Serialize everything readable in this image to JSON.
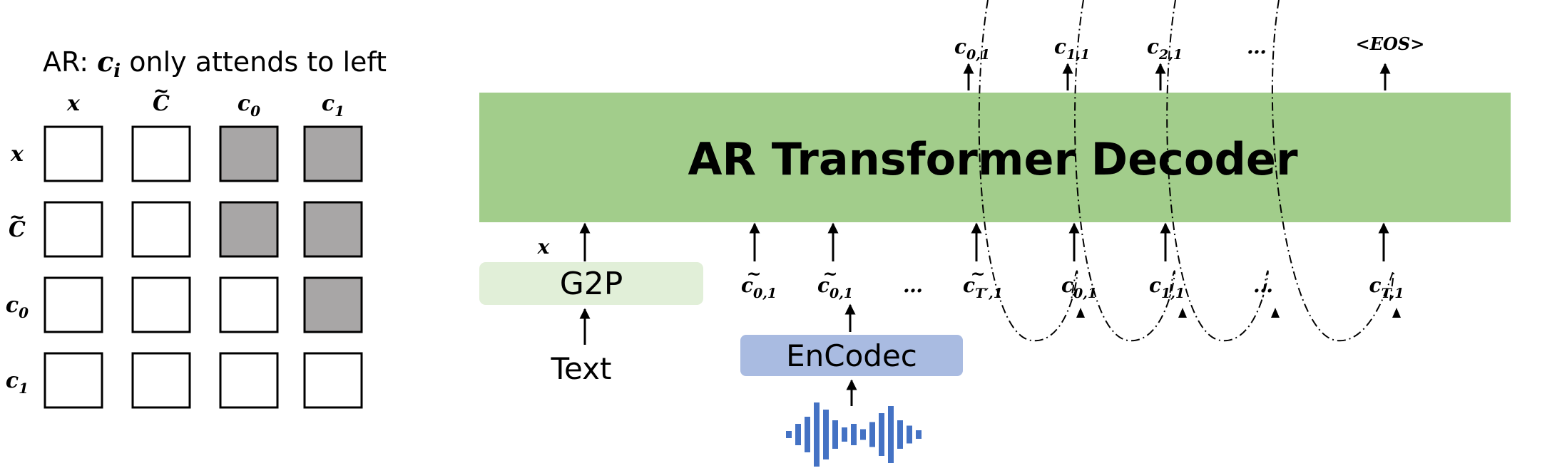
{
  "mask": {
    "title_prefix": "AR: ",
    "title_var": "c",
    "title_sub": "i",
    "title_suffix": " only attends to left",
    "col_labels": [
      "x",
      "C",
      "c",
      "c"
    ],
    "col_subs": [
      "",
      "",
      "0",
      "1"
    ],
    "row_labels": [
      "x",
      "C",
      "c",
      "c"
    ],
    "row_subs": [
      "",
      "",
      "0",
      "1"
    ],
    "tilde_index": 1,
    "cells": [
      [
        false,
        false,
        true,
        true
      ],
      [
        false,
        false,
        true,
        true
      ],
      [
        false,
        false,
        false,
        true
      ],
      [
        false,
        false,
        false,
        false
      ]
    ],
    "masked_color": "#a8a6a6"
  },
  "decoder": {
    "title": "AR Transformer Decoder",
    "color": "#a2cd8b"
  },
  "g2p": {
    "label": "G2P",
    "color": "#e1efd8"
  },
  "text_input": {
    "label": "Text"
  },
  "encodec": {
    "label": "EnCodec",
    "color": "#a9bbe1"
  },
  "waveform_color": "#4472c4",
  "x_label": "x",
  "input_tokens": [
    {
      "base": "c",
      "tilde": true,
      "sub": "0,1"
    },
    {
      "base": "c",
      "tilde": true,
      "sub": "0,1"
    },
    {
      "base": "…",
      "tilde": false,
      "sub": ""
    },
    {
      "base": "c",
      "tilde": true,
      "sub": "T′,1"
    },
    {
      "base": "c",
      "tilde": false,
      "sub": "0,1"
    },
    {
      "base": "c",
      "tilde": false,
      "sub": "1,1"
    },
    {
      "base": "…",
      "tilde": false,
      "sub": ""
    },
    {
      "base": "c",
      "tilde": false,
      "sub": "T,1"
    }
  ],
  "output_tokens": [
    {
      "base": "c",
      "sub": "0,1"
    },
    {
      "base": "c",
      "sub": "1,1"
    },
    {
      "base": "c",
      "sub": "2,1"
    },
    {
      "base": "…",
      "sub": ""
    },
    {
      "base": "<EOS>",
      "sub": ""
    }
  ]
}
